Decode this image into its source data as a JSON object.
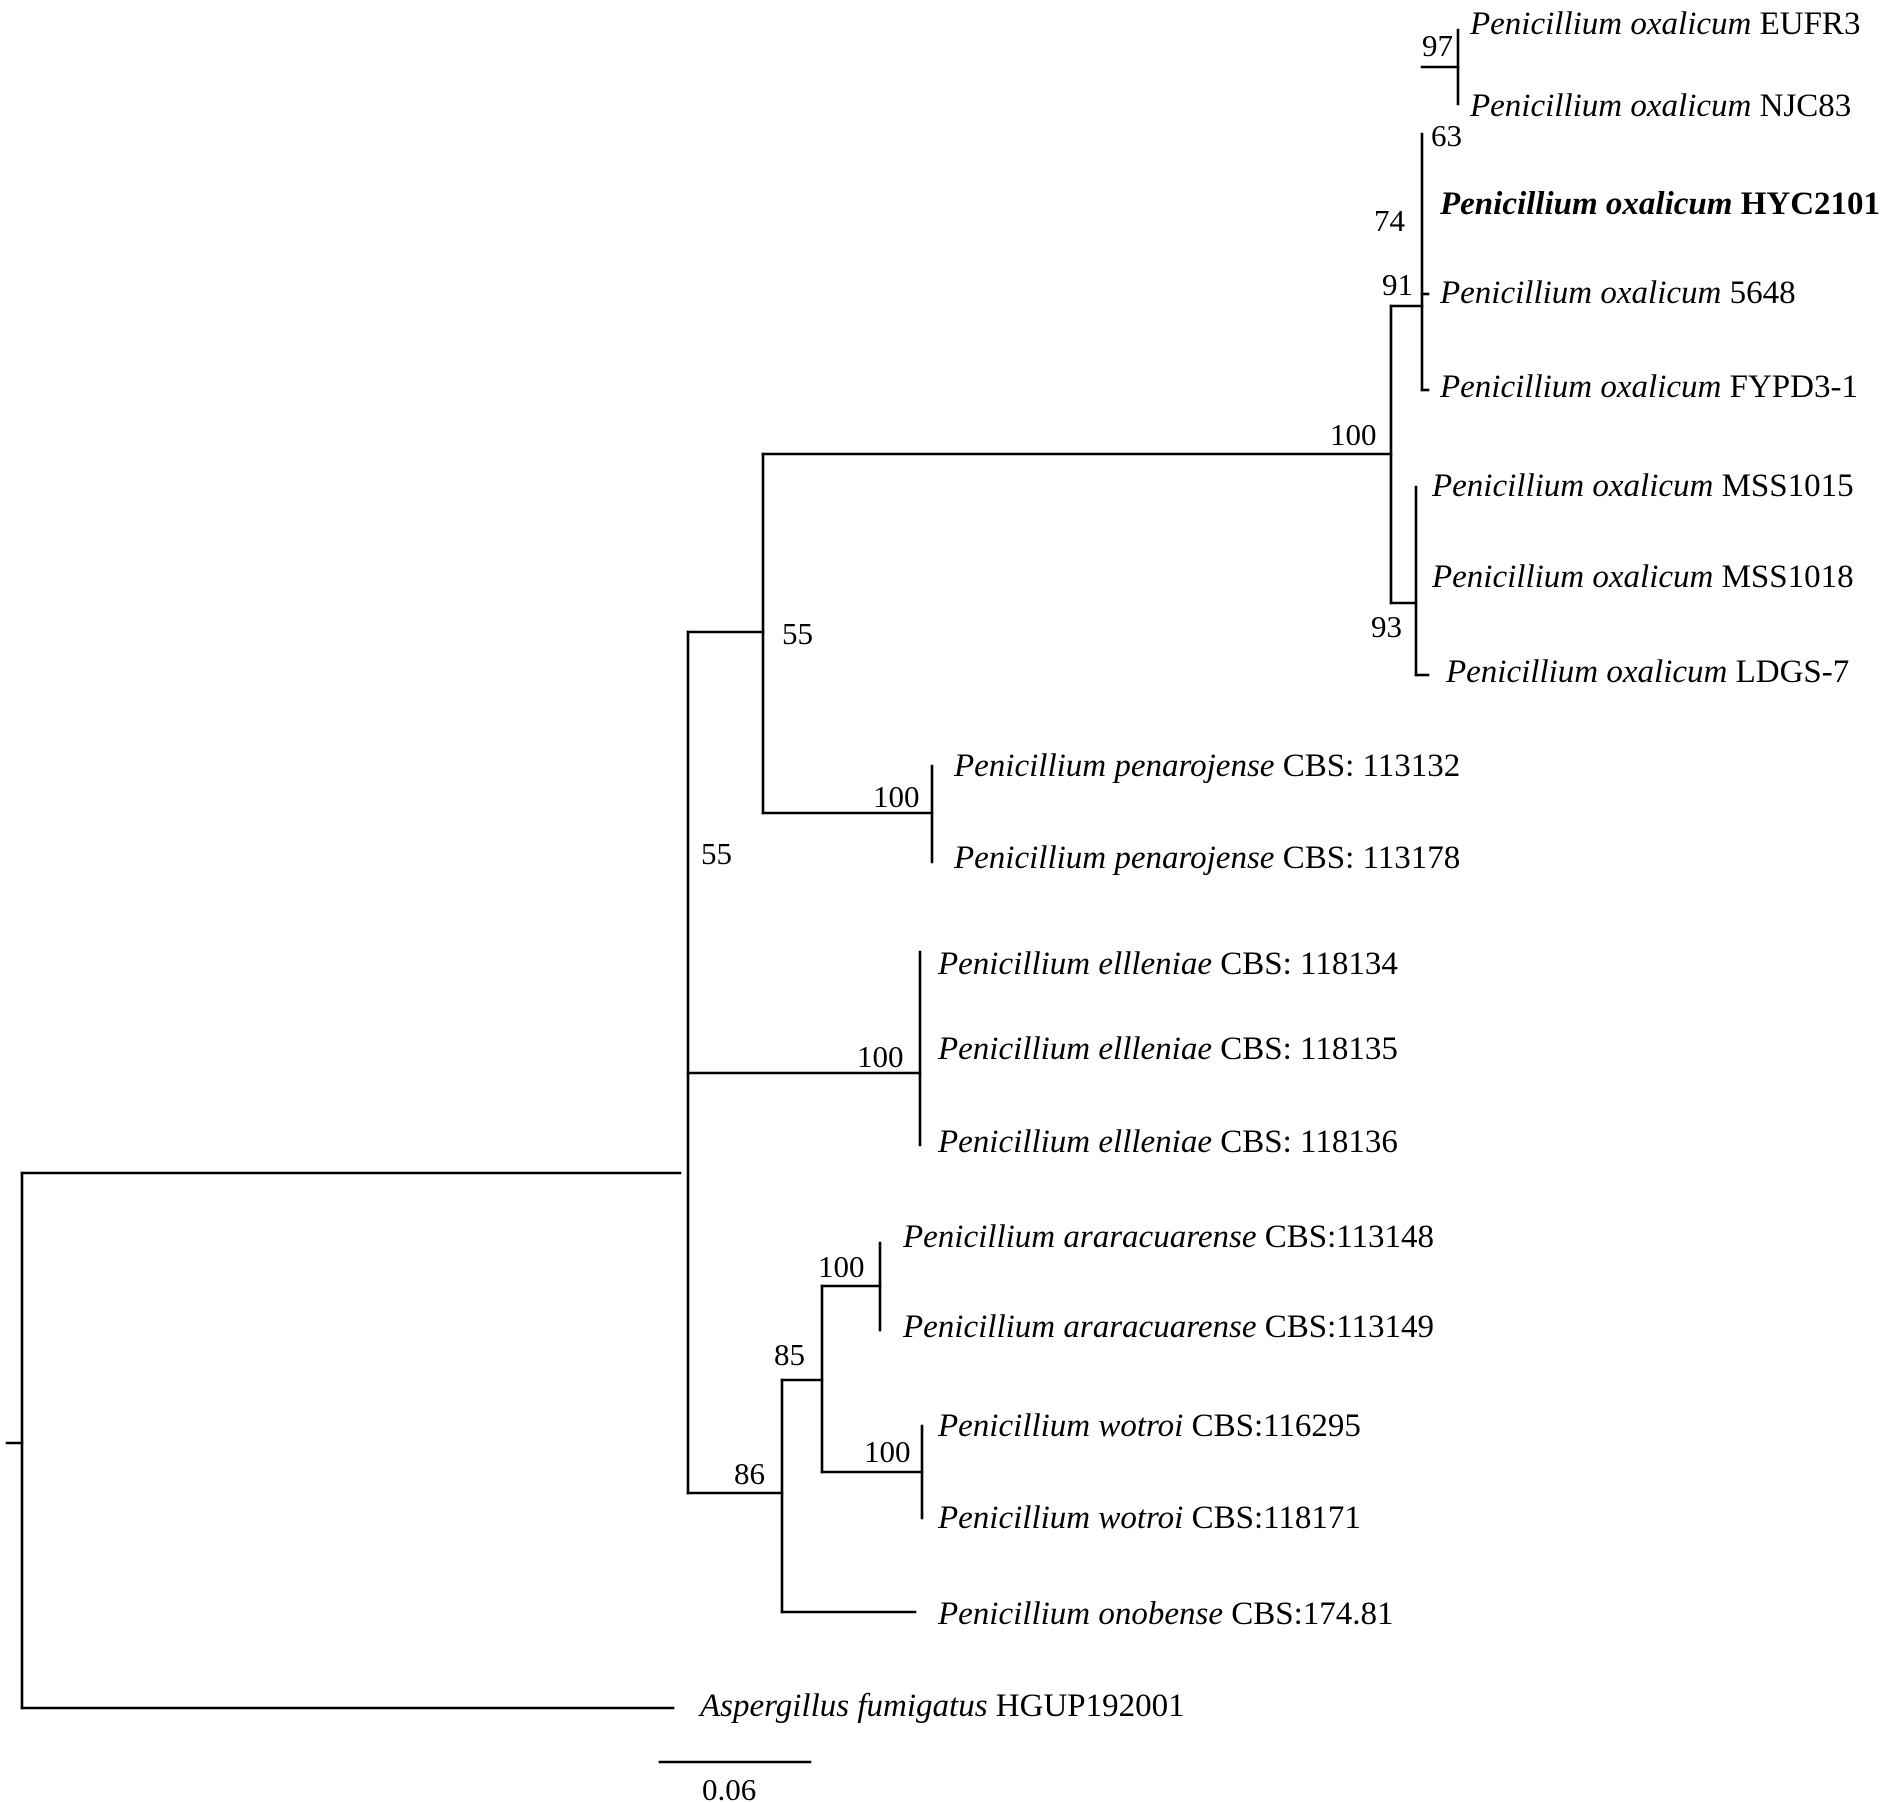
{
  "tree": {
    "taxa": [
      {
        "id": "eufr3",
        "genus_species": "Penicillium oxalicum",
        "strain": "EUFR3",
        "highlight": false
      },
      {
        "id": "njc83",
        "genus_species": "Penicillium oxalicum",
        "strain": "NJC83",
        "highlight": false
      },
      {
        "id": "hyc2101",
        "genus_species": "Penicillium oxalicum",
        "strain": "HYC2101",
        "highlight": true
      },
      {
        "id": "s5648",
        "genus_species": "Penicillium oxalicum",
        "strain": "5648",
        "highlight": false
      },
      {
        "id": "fypd3",
        "genus_species": "Penicillium oxalicum",
        "strain": "FYPD3-1",
        "highlight": false
      },
      {
        "id": "mss1015",
        "genus_species": "Penicillium oxalicum",
        "strain": "MSS1015",
        "highlight": false
      },
      {
        "id": "mss1018",
        "genus_species": "Penicillium oxalicum",
        "strain": "MSS1018",
        "highlight": false
      },
      {
        "id": "ldgs7",
        "genus_species": "Penicillium oxalicum",
        "strain": "LDGS-7",
        "highlight": false
      },
      {
        "id": "pen1",
        "genus_species": "Penicillium penarojense",
        "strain": "CBS: 113132",
        "highlight": false
      },
      {
        "id": "pen2",
        "genus_species": "Penicillium penarojense",
        "strain": "CBS: 113178",
        "highlight": false
      },
      {
        "id": "ell1",
        "genus_species": "Penicillium ellleniae",
        "strain": "CBS: 118134",
        "highlight": false
      },
      {
        "id": "ell2",
        "genus_species": "Penicillium ellleniae",
        "strain": "CBS: 118135",
        "highlight": false
      },
      {
        "id": "ell3",
        "genus_species": "Penicillium ellleniae",
        "strain": "CBS: 118136",
        "highlight": false
      },
      {
        "id": "ara1",
        "genus_species": "Penicillium araracuarense",
        "strain": "CBS:113148",
        "highlight": false
      },
      {
        "id": "ara2",
        "genus_species": "Penicillium araracuarense",
        "strain": "CBS:113149",
        "highlight": false
      },
      {
        "id": "wot1",
        "genus_species": "Penicillium wotroi",
        "strain": "CBS:116295",
        "highlight": false
      },
      {
        "id": "wot2",
        "genus_species": "Penicillium wotroi",
        "strain": "CBS:118171",
        "highlight": false
      },
      {
        "id": "onob",
        "genus_species": "Penicillium onobense",
        "strain": "CBS:174.81",
        "highlight": false
      },
      {
        "id": "asp",
        "genus_species": "Aspergillus fumigatus",
        "strain": "HGUP192001",
        "highlight": false
      }
    ],
    "support": [
      {
        "id": "b97",
        "value": "97"
      },
      {
        "id": "b63",
        "value": "63"
      },
      {
        "id": "b74",
        "value": "74"
      },
      {
        "id": "b91",
        "value": "91"
      },
      {
        "id": "b100o",
        "value": "100"
      },
      {
        "id": "b93",
        "value": "93"
      },
      {
        "id": "b55a",
        "value": "55"
      },
      {
        "id": "b100p",
        "value": "100"
      },
      {
        "id": "b55b",
        "value": "55"
      },
      {
        "id": "b100e",
        "value": "100"
      },
      {
        "id": "b100a",
        "value": "100"
      },
      {
        "id": "b85",
        "value": "85"
      },
      {
        "id": "b100w",
        "value": "100"
      },
      {
        "id": "b86",
        "value": "86"
      }
    ],
    "scale_bar": {
      "label": "0.06",
      "value": 0.06
    }
  }
}
